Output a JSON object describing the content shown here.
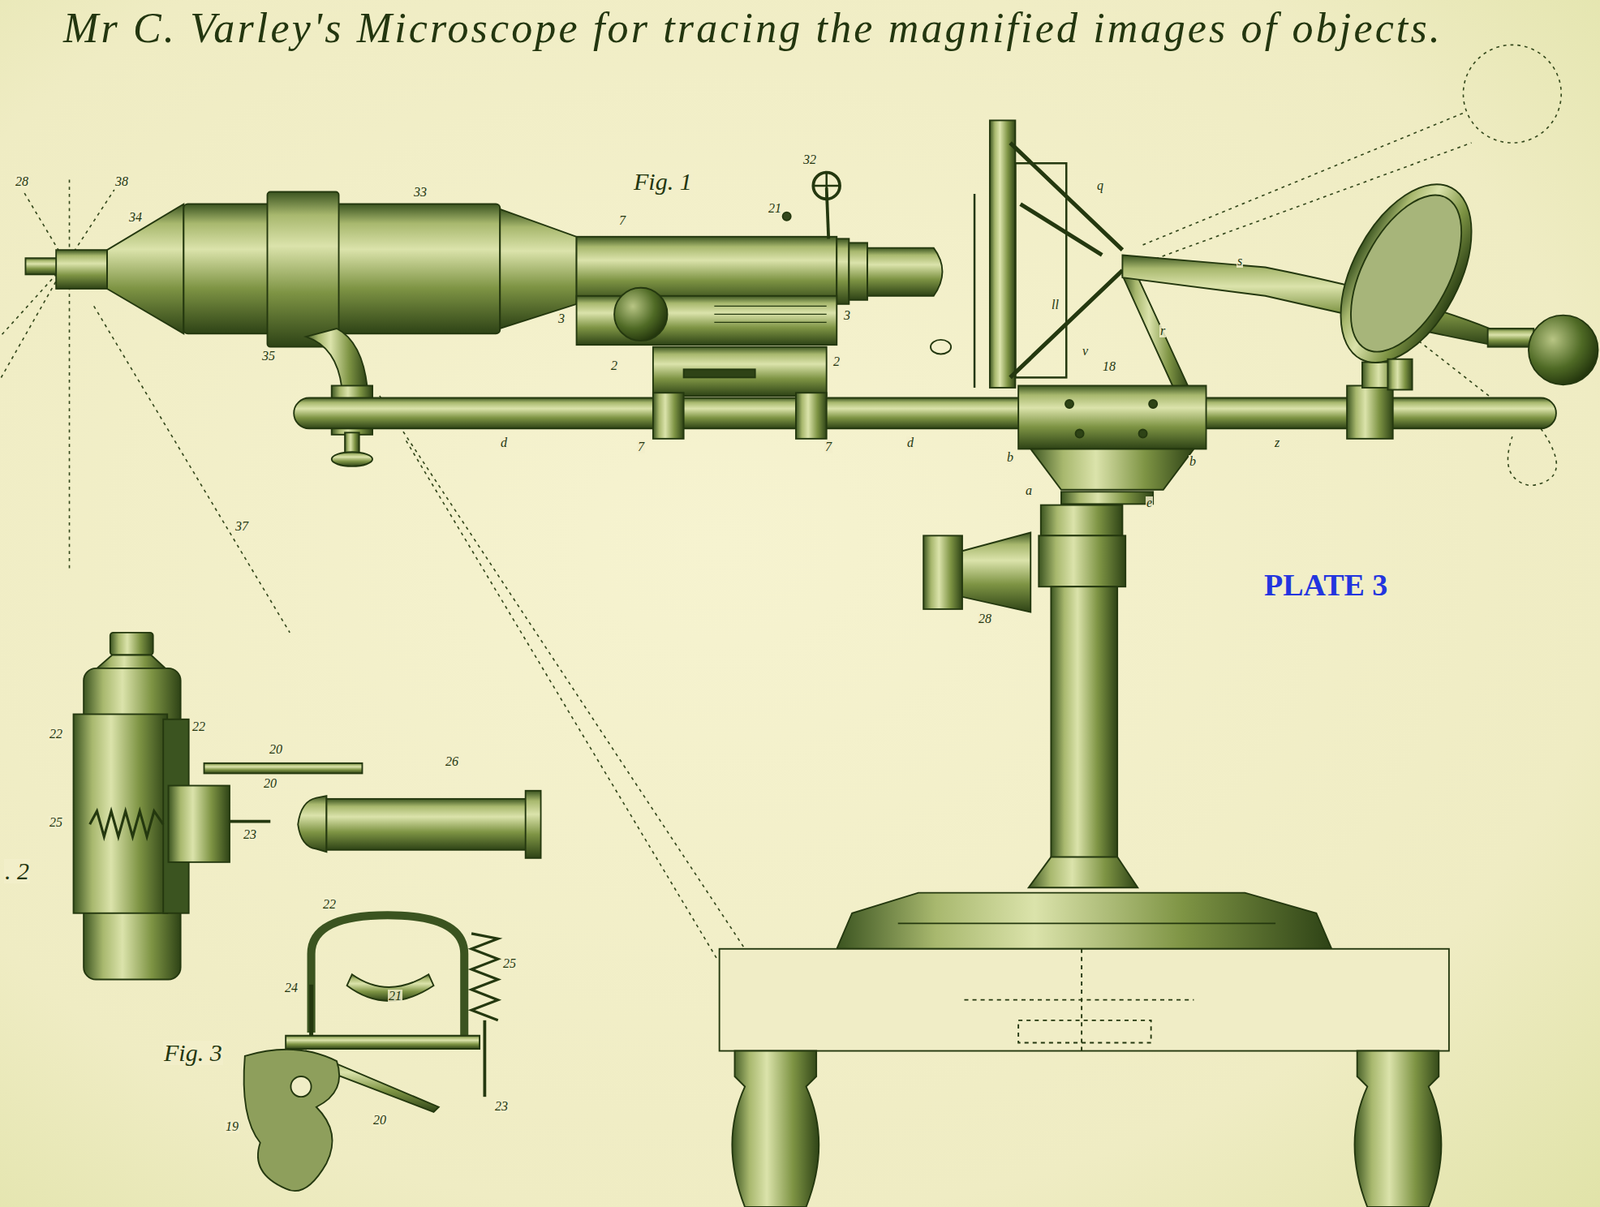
{
  "diagram": {
    "title": "Mr C. Varley's Microscope for tracing the magnified images of objects.",
    "labels": [
      "28",
      "38",
      "34",
      "33",
      "Fig. 1",
      "7",
      "32",
      "21",
      "35",
      "3",
      "2",
      "2",
      "3",
      "q",
      "s",
      "ll",
      "v",
      "18",
      "r",
      "d",
      "7",
      "7",
      "d",
      "b",
      "b",
      "z",
      "a",
      "e",
      "37",
      "28",
      "PLATE 3",
      ". 2",
      "22",
      "22",
      "20",
      "20",
      "25",
      "23",
      "26",
      "22",
      "25",
      "24",
      "21",
      "Fig. 3",
      "20",
      "23",
      "19"
    ]
  }
}
